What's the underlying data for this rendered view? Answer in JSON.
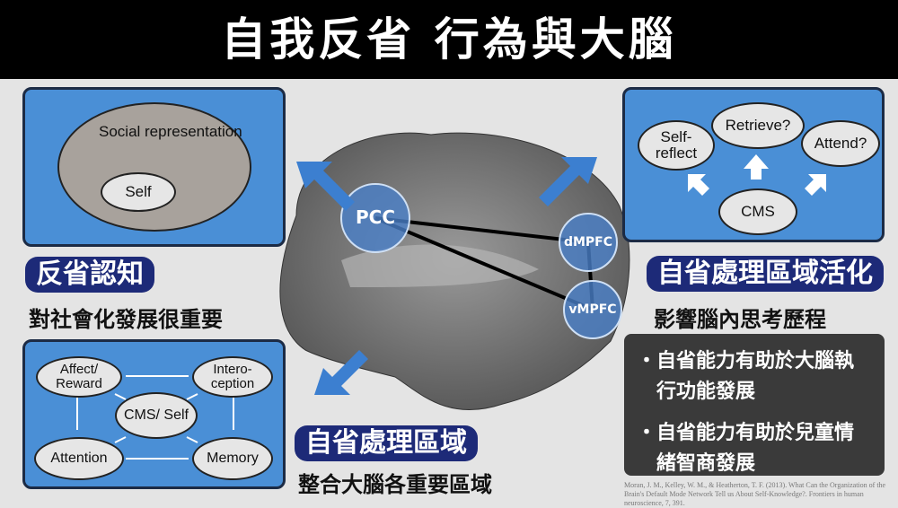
{
  "title": "自我反省 行為與大腦",
  "left_top": {
    "outer": "Social representation",
    "inner": "Self",
    "label": "反省認知",
    "subtitle": "對社會化發展很重要"
  },
  "left_bottom": {
    "nodes": {
      "affect": "Affect/ Reward",
      "intero": "Intero- ception",
      "cms": "CMS/ Self",
      "attention": "Attention",
      "memory": "Memory"
    }
  },
  "center": {
    "regions": {
      "pcc": "PCC",
      "dmpfc": "dMPFC",
      "vmpfc": "vMPFC"
    },
    "label": "自省處理區域",
    "subtitle": "整合大腦各重要區域"
  },
  "right_top": {
    "nodes": {
      "self": "Self- reflect",
      "retrieve": "Retrieve?",
      "attend": "Attend?",
      "cms": "CMS"
    },
    "label": "自省處理區域活化",
    "subtitle": "影響腦內思考歷程"
  },
  "bullets": [
    "自省能力有助於大腦執行功能發展",
    "自省能力有助於兒童情緒智商發展"
  ],
  "bullet_mark": "・",
  "citation": "Moran, J. M., Kelley, W. M., & Heatherton, T. F. (2013). What Can the Organization of the Brain's Default Mode Network Tell us About Self-Knowledge?. Frontiers in human neuroscience, 7, 391."
}
